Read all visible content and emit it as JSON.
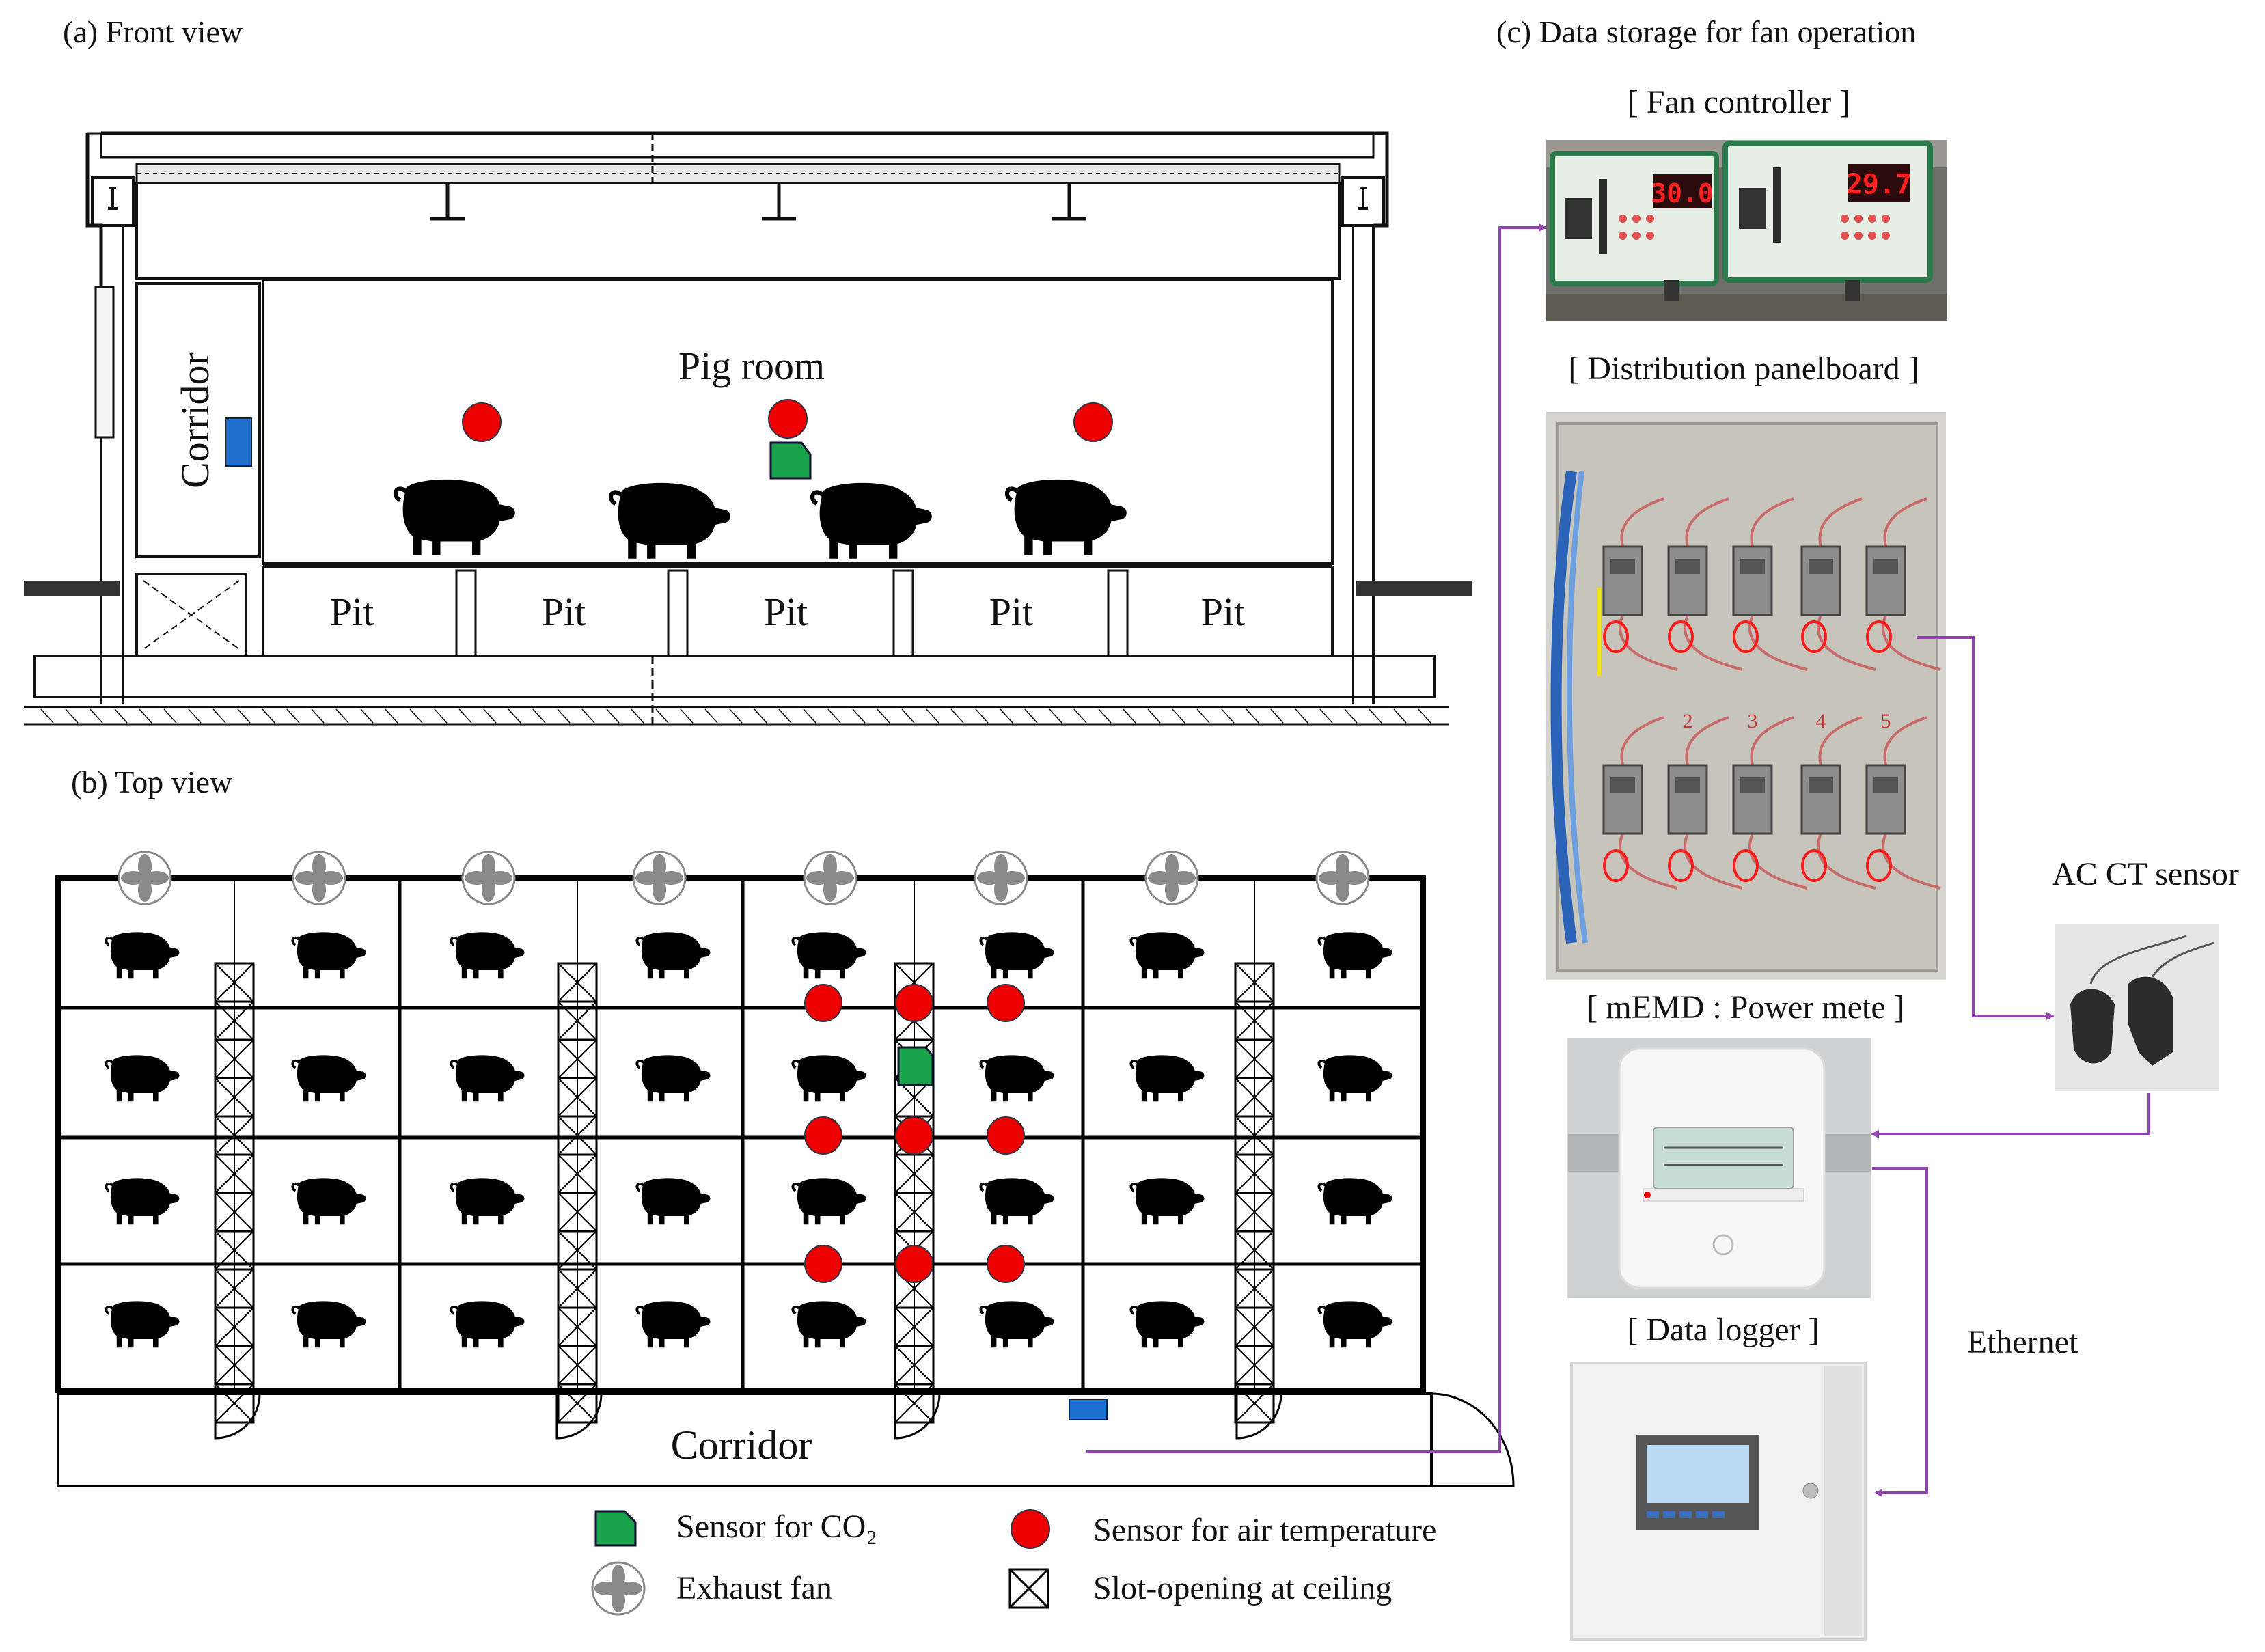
{
  "panels": {
    "front": {
      "title": "(a) Front view"
    },
    "top": {
      "title": "(b) Top view"
    },
    "data": {
      "title": "(c) Data storage for fan operation"
    }
  },
  "front_view": {
    "room_label": "Pig room",
    "corridor_label": "Corridor",
    "pit_label": "Pit",
    "pit_count": 5,
    "pig_count": 4,
    "temperature_sensor_count": 3,
    "co2_sensor_count": 1
  },
  "top_view": {
    "corridor_label": "Corridor",
    "exhaust_fan_count": 8,
    "pen_rows": 4,
    "pen_columns": 8,
    "temperature_sensor_count": 9,
    "co2_sensor_count": 1
  },
  "devices": {
    "fan_controller": {
      "label": "[ Fan controller ]",
      "display_left": "30.0",
      "display_right": "29.7"
    },
    "distribution_panel": {
      "label": "[ Distribution panelboard ]",
      "breaker_numbers": [
        "2",
        "3",
        "4",
        "5"
      ]
    },
    "ct_sensor": {
      "label": "AC CT sensor"
    },
    "power_meter": {
      "label": "[ mEMD : Power mete ]"
    },
    "data_logger": {
      "label": "[ Data logger ]"
    },
    "link_label": "Ethernet"
  },
  "legend": {
    "co2": "Sensor for CO₂",
    "temperature": "Sensor for air temperature",
    "fan": "Exhaust fan",
    "slot": "Slot-opening at ceiling"
  },
  "colors": {
    "temperature_sensor": "#ee0000",
    "co2_sensor": "#19a34a",
    "corridor_sensor": "#1f6fd0",
    "wire": "#8e44ad",
    "fan": "#8a8a8a",
    "display_digits": "#ff2020"
  }
}
